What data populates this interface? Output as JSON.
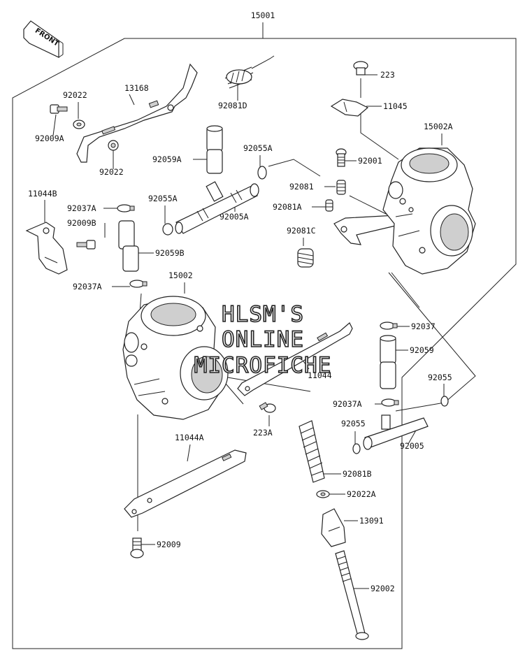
{
  "assembly": {
    "number": "15001"
  },
  "front_marker": {
    "text": "FRONT"
  },
  "watermark": {
    "line1": "HLSM'S",
    "line2": "ONLINE",
    "line3": "MICROFICHE"
  },
  "labels": {
    "p92022_top": "92022",
    "p13168": "13168",
    "p92009A": "92009A",
    "p92022_bottom": "92022",
    "p92081D": "92081D",
    "p223": "223",
    "p11045": "11045",
    "p15002A": "15002A",
    "p92059A": "92059A",
    "p92055A_top": "92055A",
    "p92001": "92001",
    "p11044B": "11044B",
    "p92055A_left": "92055A",
    "p92081": "92081",
    "p92037A_top": "92037A",
    "p92081A": "92081A",
    "p92009B": "92009B",
    "p92005A": "92005A",
    "p92081C": "92081C",
    "p92059B": "92059B",
    "p15002": "15002",
    "p92037A_bottom": "92037A",
    "p92037": "92037",
    "p92059": "92059",
    "p11044": "11044",
    "p92055_right": "92055",
    "p92037A_right": "92037A",
    "p92055_mid": "92055",
    "p223A": "223A",
    "p92005": "92005",
    "p11044A": "11044A",
    "p92081B": "92081B",
    "p92022A": "92022A",
    "p13091": "13091",
    "p92009": "92009",
    "p92002": "92002"
  }
}
